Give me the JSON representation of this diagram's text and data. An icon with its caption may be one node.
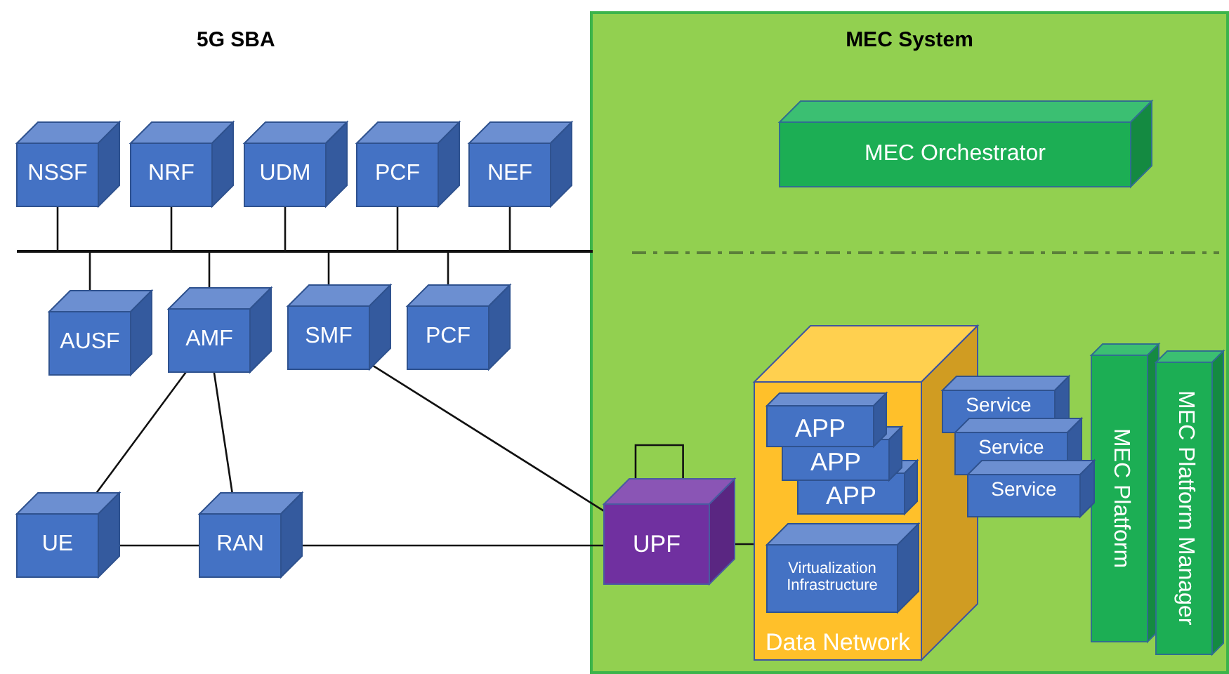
{
  "diagram": {
    "nodes": [
      {
        "text": [
          "MEC System"
        ]
      },
      {
        "text": [
          "NSSF"
        ]
      },
      {
        "text": [
          "NRF"
        ]
      },
      {
        "text": [
          "UDM"
        ]
      },
      {
        "text": [
          "PCF"
        ]
      },
      {
        "text": [
          "NEF"
        ]
      },
      {
        "text": [],
        "shape": "bar"
      },
      {
        "text": [
          "AUSF"
        ]
      },
      {
        "text": [
          "AMF"
        ]
      },
      {
        "text": [
          "SMF"
        ]
      },
      {
        "text": [
          "PCF"
        ]
      },
      {
        "text": [
          "MEC Orchestrator"
        ],
        "in": 0
      },
      {
        "text": [
          "UE"
        ]
      },
      {
        "text": [
          "RAN"
        ]
      },
      {
        "text": [
          "UPF"
        ],
        "in": 0
      },
      {
        "text": [
          "Data Network"
        ],
        "in": 0
      },
      {
        "text": [
          "APP"
        ],
        "in": 15
      },
      {
        "text": [
          "APP"
        ],
        "in": 15
      },
      {
        "text": [
          "APP"
        ],
        "in": 15
      },
      {
        "text": [
          "Virtualization Infrastructure"
        ],
        "in": 15
      },
      {
        "text": [
          "Service"
        ],
        "in": 0
      },
      {
        "text": [
          "Service"
        ],
        "in": 0
      },
      {
        "text": [
          "Service"
        ],
        "in": 0
      },
      {
        "text": [
          "MEC Platform"
        ],
        "in": 0
      },
      {
        "text": [
          "MEC Platform Manager"
        ],
        "in": 0
      }
    ],
    "edges": [
      {
        "from": 1,
        "to": 6,
        "arrow": "none"
      },
      {
        "from": 2,
        "to": 6,
        "arrow": "none"
      },
      {
        "from": 3,
        "to": 6,
        "arrow": "none"
      },
      {
        "from": 4,
        "to": 6,
        "arrow": "none"
      },
      {
        "from": 5,
        "to": 6,
        "arrow": "none"
      },
      {
        "from": 7,
        "to": 6,
        "arrow": "none"
      },
      {
        "from": 8,
        "to": 6,
        "arrow": "none"
      },
      {
        "from": 9,
        "to": 6,
        "arrow": "none"
      },
      {
        "from": 10,
        "to": 6,
        "arrow": "none"
      },
      {
        "from": 8,
        "to": 12,
        "arrow": "none"
      },
      {
        "from": 8,
        "to": 13,
        "arrow": "none"
      },
      {
        "from": 12,
        "to": 13,
        "arrow": "none"
      },
      {
        "from": 13,
        "to": 14,
        "arrow": "none"
      },
      {
        "from": 9,
        "to": 14,
        "arrow": "none"
      },
      {
        "from": 14,
        "to": 15,
        "arrow": "none"
      },
      {
        "from": 14,
        "to": 14,
        "arrow": "none"
      }
    ],
    "labels": [
      "5G SBA"
    ]
  }
}
